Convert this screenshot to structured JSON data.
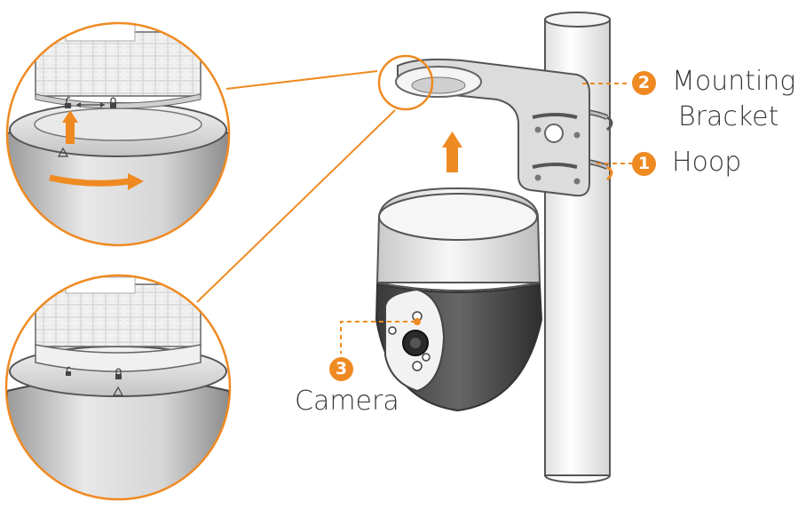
{
  "accent_color": "#ef8a22",
  "callouts": [
    {
      "number": "2",
      "label_line1": "Mounting",
      "label_line2": "Bracket"
    },
    {
      "number": "1",
      "label": "Hoop"
    },
    {
      "number": "3",
      "label": "Camera"
    }
  ],
  "icons": [
    "unlock-icon",
    "lock-icon",
    "double-arrow-icon",
    "triangle-mark-icon",
    "up-arrow-icon",
    "rotate-arrow-icon"
  ]
}
